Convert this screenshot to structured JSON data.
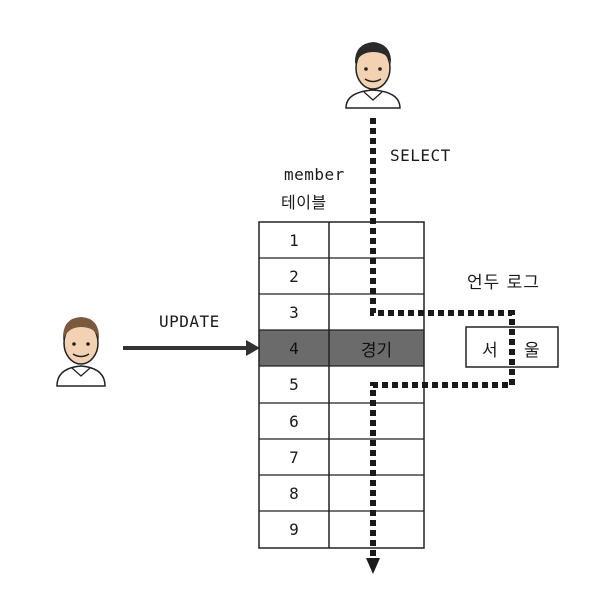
{
  "user_top": {
    "action_label": "SELECT"
  },
  "user_left": {
    "action_label": "UPDATE"
  },
  "table": {
    "title_line1": "member",
    "title_line2": "테이블",
    "rows": [
      {
        "id": "1",
        "value": ""
      },
      {
        "id": "2",
        "value": ""
      },
      {
        "id": "3",
        "value": ""
      },
      {
        "id": "4",
        "value": "경기",
        "highlighted": true
      },
      {
        "id": "5",
        "value": ""
      },
      {
        "id": "6",
        "value": ""
      },
      {
        "id": "7",
        "value": ""
      },
      {
        "id": "8",
        "value": ""
      },
      {
        "id": "9",
        "value": ""
      }
    ]
  },
  "undo_log": {
    "label": "언두 로그",
    "value_left": "서",
    "value_right": "울"
  },
  "colors": {
    "highlight_row": "#6b6b6b",
    "arrow": "#333333",
    "path": "#1a1a1a",
    "skin": "#f3d2b3",
    "hair_top": "#2a2a2a",
    "hair_left": "#7a5a3c"
  }
}
